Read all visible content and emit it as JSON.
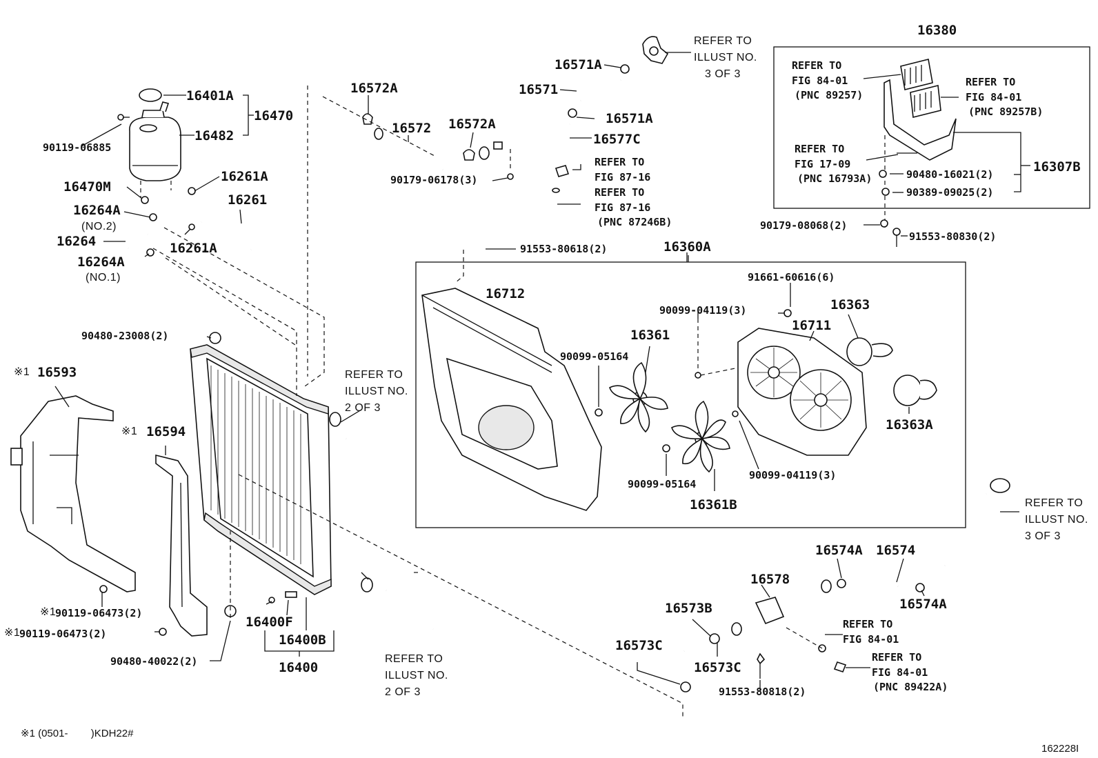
{
  "parts": {
    "p16380": "16380",
    "p16401A": "16401A",
    "p16470": "16470",
    "p16482": "16482",
    "p90119_06885": "90119-06885",
    "p16261A_top": "16261A",
    "p16470M": "16470M",
    "p16261": "16261",
    "p16264A_no2": "16264A",
    "no2": "(NO.2)",
    "p16264": "16264",
    "p16261A_bot": "16261A",
    "p16264A_no1": "16264A",
    "no1": "(NO.1)",
    "p16572A_left": "16572A",
    "p16572": "16572",
    "p16572A_right": "16572A",
    "p90179_06178": "90179-06178(3)",
    "p16571A_top": "16571A",
    "p16571": "16571",
    "p16571A_mid": "16571A",
    "p16577C": "16577C",
    "p90480_16021": "90480-16021(2)",
    "p90389_09025": "90389-09025(2)",
    "p16307B": "16307B",
    "p90179_08068": "90179-08068(2)",
    "p91553_80830": "91553-80830(2)",
    "p91553_80618": "91553-80618(2)",
    "p16360A": "16360A",
    "p16712": "16712",
    "p91661_60616": "91661-60616(6)",
    "p90099_04119_top": "90099-04119(3)",
    "p16363": "16363",
    "p16711": "16711",
    "p16361": "16361",
    "p90099_05164_top": "90099-05164",
    "p16363A": "16363A",
    "p90099_05164_bot": "90099-05164",
    "p90099_04119_bot": "90099-04119(3)",
    "p16361B": "16361B",
    "p90480_23008": "90480-23008(2)",
    "p16593": "16593",
    "p16594": "16594",
    "p16574A_top": "16574A",
    "p16574": "16574",
    "p16574A_bot": "16574A",
    "p16578": "16578",
    "p16573B": "16573B",
    "p16573C_left": "16573C",
    "p16573C_right": "16573C",
    "p91553_80818": "91553-80818(2)",
    "p90119_06473_a": "90119-06473(2)",
    "p90119_06473_b": "90119-06473(2)",
    "p90480_40022": "90480-40022(2)",
    "p16400F": "16400F",
    "p16400B": "16400B",
    "p16400": "16400"
  },
  "marks": {
    "x1": "※1"
  },
  "refs": {
    "r_illust3_top": [
      "REFER TO",
      "ILLUST NO.",
      "3 OF 3"
    ],
    "r_fig8401_a": [
      "REFER TO",
      "FIG 84-01",
      "(PNC 89257)"
    ],
    "r_fig8401_b": [
      "REFER TO",
      "FIG 84-01",
      "(PNC 89257B)"
    ],
    "r_fig1709": [
      "REFER TO",
      "FIG 17-09",
      "(PNC 16793A)"
    ],
    "r_fig8716_a": [
      "REFER TO",
      "FIG 87-16"
    ],
    "r_fig8716_b": [
      "REFER TO",
      "FIG 87-16",
      "(PNC 87246B)"
    ],
    "r_illust2_mid": [
      "REFER TO",
      "ILLUST NO.",
      "2 OF 3"
    ],
    "r_illust2_bot": [
      "REFER TO",
      "ILLUST NO.",
      "2 OF 3"
    ],
    "r_illust3_right": [
      "REFER TO",
      "ILLUST NO.",
      "3 OF 3"
    ],
    "r_fig8401_c": [
      "REFER TO",
      "FIG 84-01"
    ],
    "r_fig8401_d": [
      "REFER TO",
      "FIG 84-01",
      "(PNC 89422A)"
    ]
  },
  "footer": {
    "note": "※1 (0501-        )KDH22#",
    "code": "162228I"
  }
}
